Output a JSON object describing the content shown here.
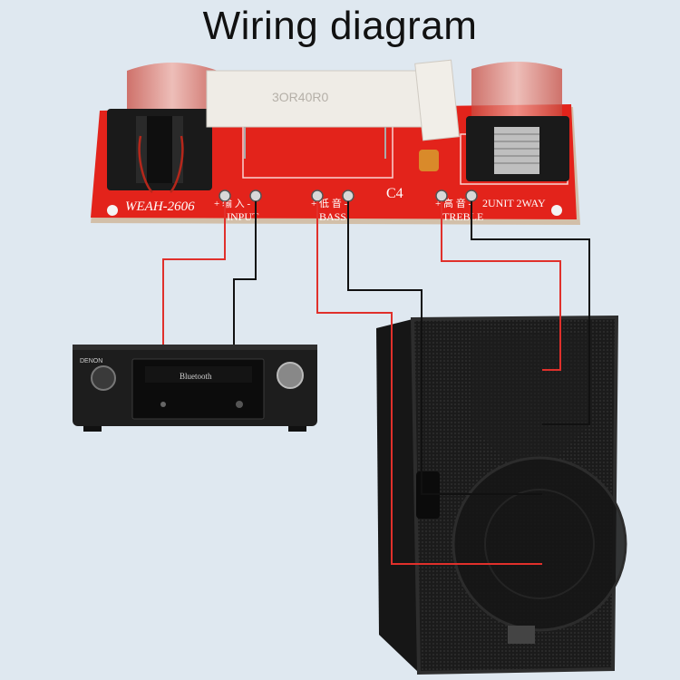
{
  "title": "Wiring diagram",
  "board": {
    "model": "WEAH-2606",
    "component": "C4",
    "mode": "2UNIT 2WAY",
    "input_marks": "+ 输 入 -",
    "input_label": "INPUT",
    "bass_marks": "+ 低 音 -",
    "bass_label": "BASS",
    "treble_marks": "+ 高 音 -",
    "treble_label": "TREBLE"
  },
  "amplifier": {
    "brand": "DENON",
    "display": "Bluetooth"
  },
  "colors": {
    "positive_wire": "#e0302b",
    "negative_wire": "#111111",
    "pcb": "#e3231b"
  }
}
